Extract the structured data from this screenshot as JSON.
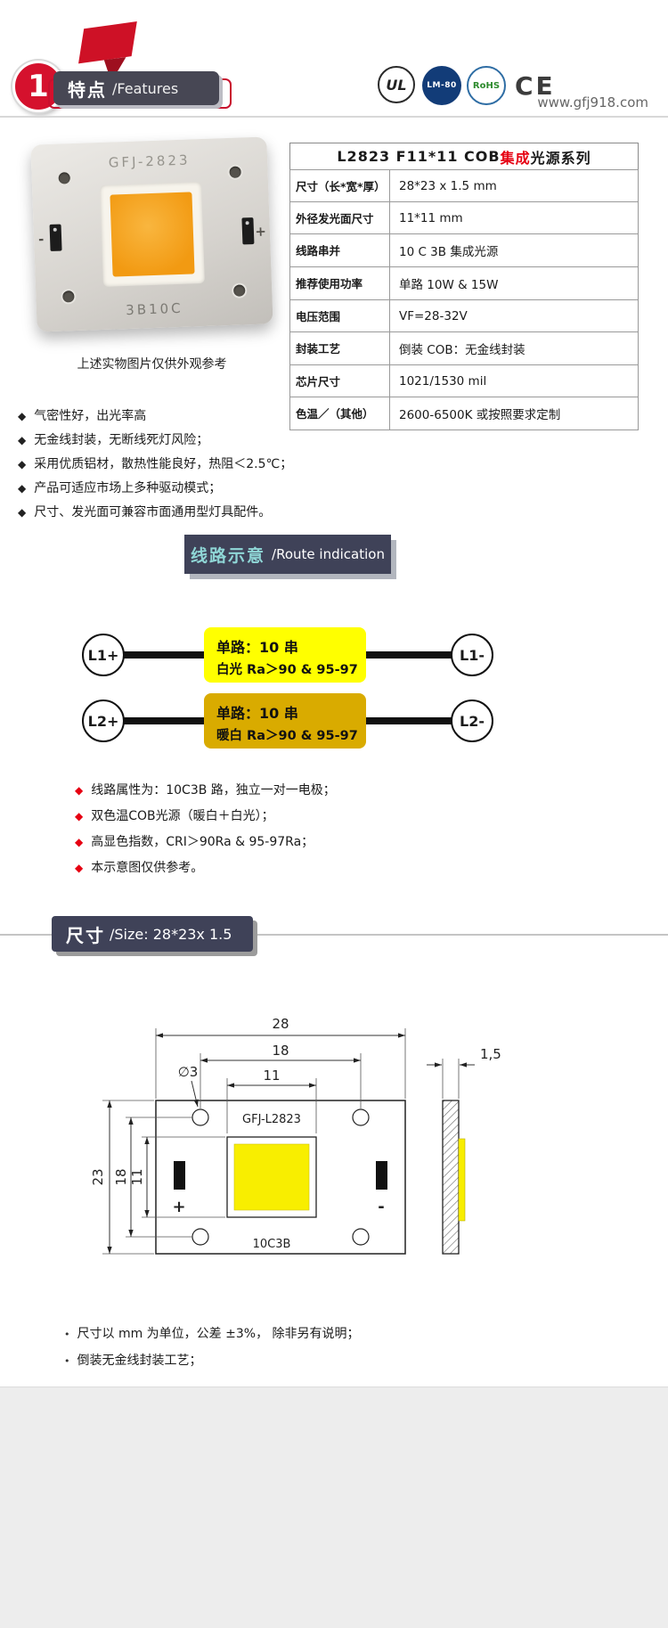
{
  "header": {
    "number": "1",
    "title_zh": "特点",
    "title_en": "/Features",
    "website": "www.gfj918.com",
    "certs": [
      {
        "label": "UL"
      },
      {
        "label": "LM-80"
      },
      {
        "label": "RoHS"
      },
      {
        "label": "CE"
      }
    ]
  },
  "product": {
    "photo_label_top": "GFJ-2823",
    "photo_label_bottom": "3B10C",
    "photo_plus": "+",
    "photo_minus": "-",
    "caption": "上述实物图片仅供外观参考"
  },
  "spec_table": {
    "title_prefix": "L2823 F11*11 COB ",
    "title_highlight": "集成",
    "title_suffix": "光源系列",
    "highlight_color": "#e60012",
    "rows": [
      {
        "label": "尺寸（长*宽*厚）",
        "value": "28*23 x 1.5 mm"
      },
      {
        "label": "外径发光面尺寸",
        "value": "11*11 mm"
      },
      {
        "label": "线路串并",
        "value": "10 C 3B 集成光源"
      },
      {
        "label": "推荐使用功率",
        "value": "单路 10W & 15W"
      },
      {
        "label": "电压范围",
        "value": "VF=28-32V"
      },
      {
        "label": "封装工艺",
        "value": "倒装 COB：无金线封装"
      },
      {
        "label": "芯片尺寸",
        "value": "1021/1530 mil"
      },
      {
        "label": "色温／（其他）",
        "value": "2600-6500K 或按照要求定制"
      }
    ]
  },
  "features": [
    "气密性好，出光率高",
    "无金线封装，无断线死灯风险；",
    "采用优质铝材，散热性能良好，热阻＜2.5℃；",
    "产品可适应市场上多种驱动模式；",
    "尺寸、发光面可兼容市面通用型灯具配件。"
  ],
  "route": {
    "badge_zh": "线路示意",
    "badge_en": "/Route indication",
    "rows": [
      {
        "left_terminal": "L1+",
        "right_terminal": "L1-",
        "line1": "单路：10 串",
        "line2": "白光  Ra＞90 & 95-97",
        "box_color": "#ffff00"
      },
      {
        "left_terminal": "L2+",
        "right_terminal": "L2-",
        "line1": "单路：10 串",
        "line2": "暖白  Ra＞90 & 95-97",
        "box_color": "#d9ab00"
      }
    ],
    "notes": [
      "线路属性为：10C3B 路，独立一对一电极；",
      "双色温COB光源（暖白＋白光）；",
      "高显色指数，CRI＞90Ra & 95-97Ra；",
      "本示意图仅供参考。"
    ]
  },
  "size_section": {
    "badge_zh": "尺寸",
    "badge_en": "/Size: 28*23x 1.5",
    "drawing": {
      "dim_width": "28",
      "dim_hole_span_h": "18",
      "dim_emit_w": "11",
      "dim_height": "23",
      "dim_hole_span_v": "18",
      "dim_emit_h": "11",
      "hole_dia": "∅3",
      "board_model": "GFJ-L2823",
      "circuit_code": "10C3B",
      "plus": "+",
      "minus": "-",
      "thickness": "1,5"
    },
    "notes": [
      "尺寸以 mm 为单位，公差 ±3%， 除非另有说明；",
      "倒装无金线封装工艺；"
    ]
  }
}
